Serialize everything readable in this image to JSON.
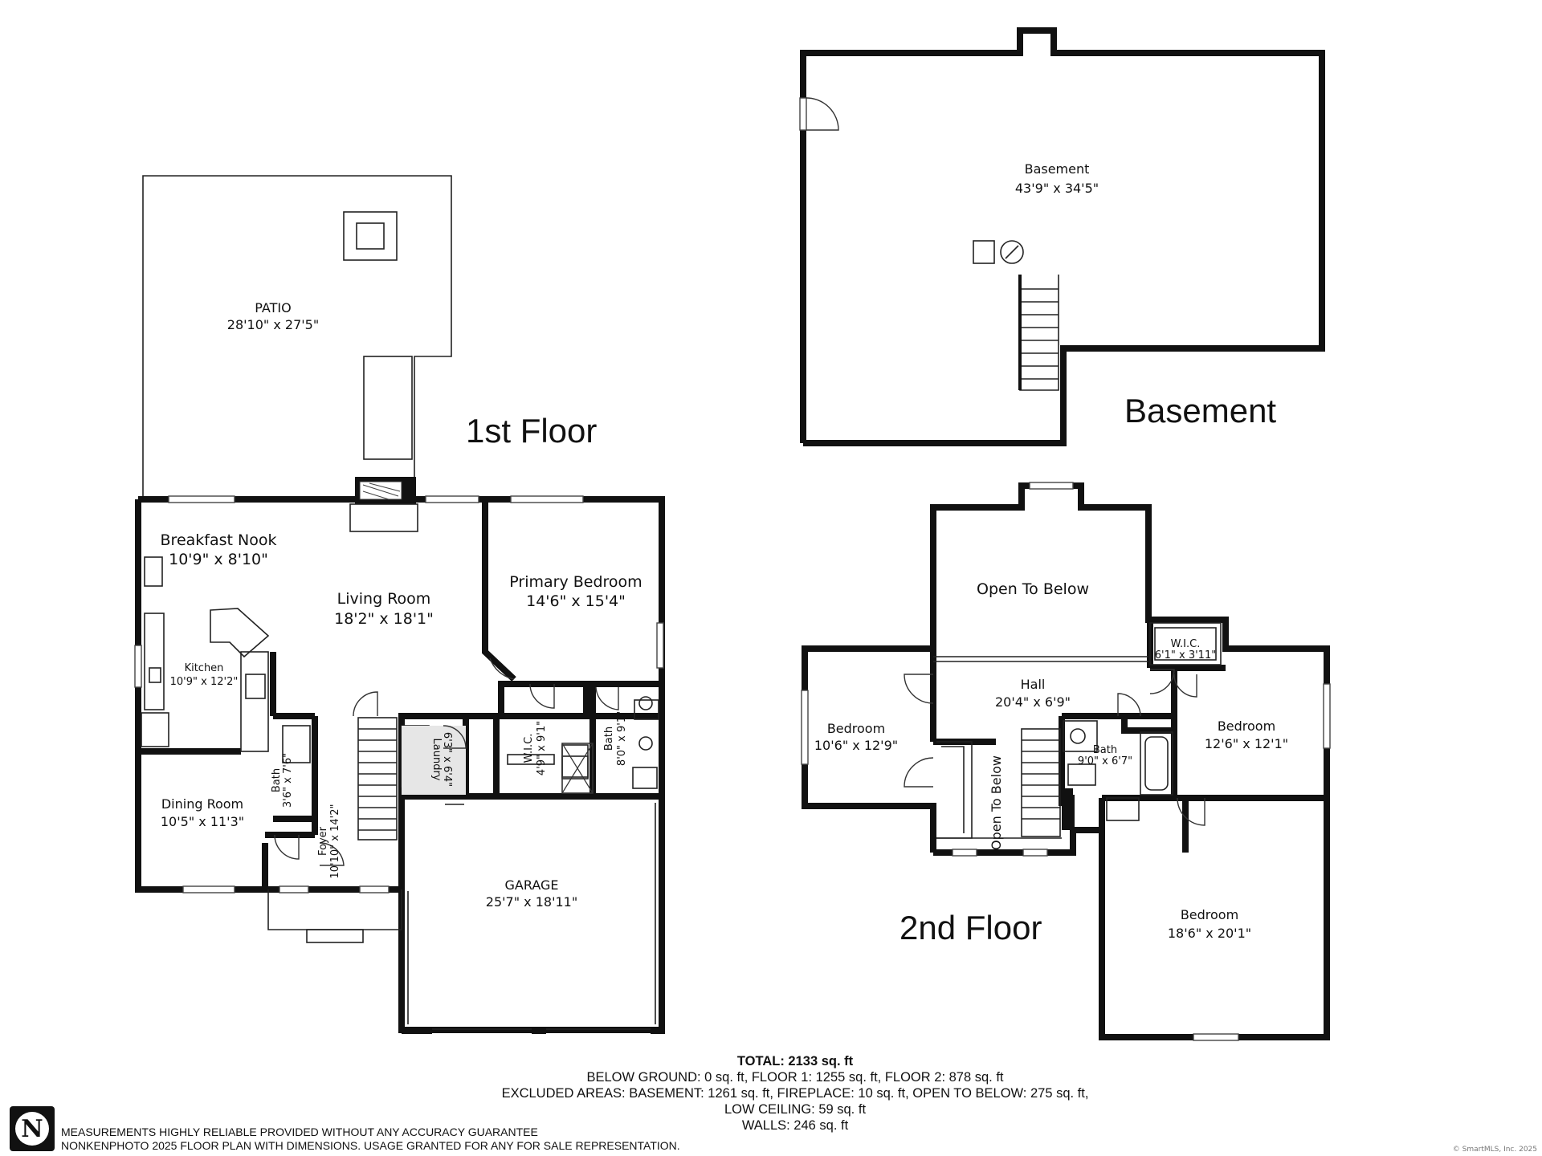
{
  "floors": {
    "first": "1st Floor",
    "basement": "Basement",
    "second": "2nd Floor"
  },
  "rooms": {
    "patio": {
      "name": "PATIO",
      "dim": "28'10\" x 27'5\""
    },
    "breakfast_nook": {
      "name": "Breakfast Nook",
      "dim": "10'9\" x 8'10\""
    },
    "living_room": {
      "name": "Living Room",
      "dim": "18'2\" x 18'1\""
    },
    "primary_bedroom": {
      "name": "Primary Bedroom",
      "dim": "14'6\" x 15'4\""
    },
    "kitchen": {
      "name": "Kitchen",
      "dim": "10'9\" x 12'2\""
    },
    "dining_room": {
      "name": "Dining Room",
      "dim": "10'5\" x 11'3\""
    },
    "bath_small": {
      "name": "Bath",
      "dim": "3'6\" x 7'6\""
    },
    "foyer": {
      "name": "Foyer",
      "dim": "10'10\" x 14'2\""
    },
    "laundry": {
      "name": "Laundry",
      "dim": "6'3\" x 6'4\""
    },
    "wic_first": {
      "name": "W.I.C.",
      "dim": "4'9\" x 9'1\""
    },
    "bath_primary": {
      "name": "Bath",
      "dim": "8'0\" x 9'1\""
    },
    "garage": {
      "name": "GARAGE",
      "dim": "25'7\" x 18'11\""
    },
    "basement": {
      "name": "Basement",
      "dim": "43'9\" x 34'5\""
    },
    "open_to_below_top": {
      "name": "Open To Below"
    },
    "wic_second": {
      "name": "W.I.C.",
      "dim": "6'1\" x 3'11\""
    },
    "hall": {
      "name": "Hall",
      "dim": "20'4\" x 6'9\""
    },
    "bedroom_left": {
      "name": "Bedroom",
      "dim": "10'6\" x 12'9\""
    },
    "bath_second": {
      "name": "Bath",
      "dim": "9'0\" x 6'7\""
    },
    "bedroom_right": {
      "name": "Bedroom",
      "dim": "12'6\" x 12'1\""
    },
    "open_to_below_vertical": {
      "name": "Open To Below"
    },
    "bedroom_large": {
      "name": "Bedroom",
      "dim": "18'6\" x 20'1\""
    }
  },
  "totals": {
    "total": "TOTAL: 2133 sq. ft",
    "line1": "BELOW GROUND: 0 sq. ft, FLOOR 1: 1255 sq. ft, FLOOR 2: 878 sq. ft",
    "line2": "EXCLUDED AREAS: BASEMENT: 1261 sq. ft, FIREPLACE: 10 sq. ft, OPEN TO BELOW: 275 sq. ft,",
    "line3": "LOW CEILING: 59 sq. ft",
    "line4": "WALLS: 246 sq. ft"
  },
  "disclaimer": {
    "line1": "MEASUREMENTS HIGHLY RELIABLE PROVIDED WITHOUT ANY ACCURACY GUARANTEE",
    "line2": "NONKENPHOTO 2025  FLOOR PLAN WITH DIMENSIONS. USAGE GRANTED FOR ANY FOR SALE REPRESENTATION."
  },
  "logo_letter": "N",
  "credit": "© SmartMLS, Inc. 2025"
}
